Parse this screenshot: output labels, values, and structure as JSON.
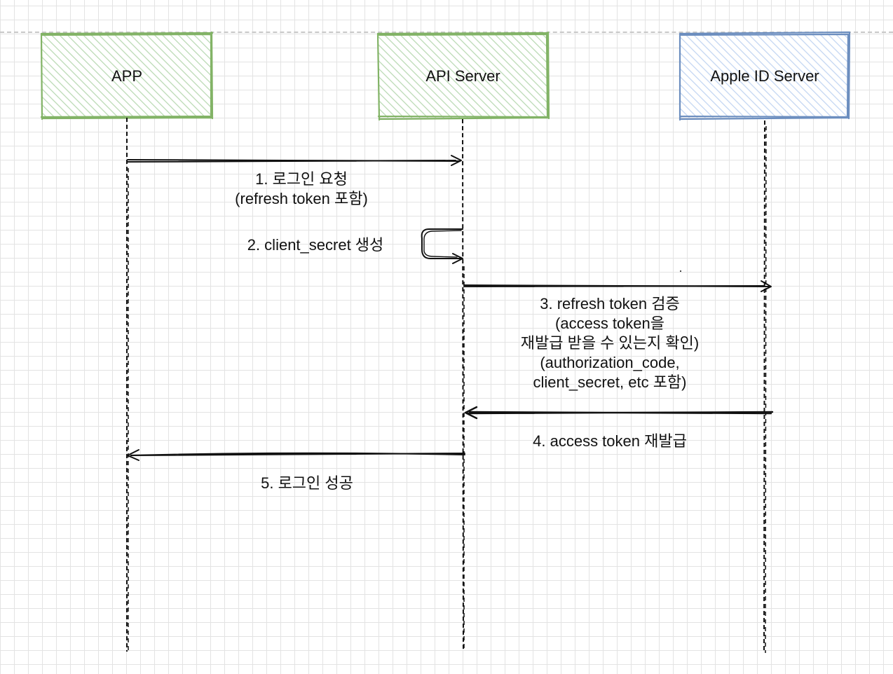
{
  "participants": {
    "app": {
      "label": "APP",
      "fill": "#d5e8d4",
      "stroke": "#82b366"
    },
    "api_server": {
      "label": "API Server",
      "fill": "#d5e8d4",
      "stroke": "#82b366"
    },
    "apple_id_server": {
      "label": "Apple ID Server",
      "fill": "#dae8fc",
      "stroke": "#6c8ebf"
    }
  },
  "messages": {
    "m1": {
      "line1": "1. 로그인 요청",
      "line2": "(refresh token 포함)"
    },
    "m2": {
      "line1": "2. client_secret 생성"
    },
    "m3": {
      "line1": "3. refresh token 검증",
      "line2": "(access token을",
      "line3": "재발급 받을 수 있는지 확인)",
      "line4": "(authorization_code,",
      "line5": "client_secret, etc 포함)"
    },
    "m4": {
      "line1": "4. access token 재발급"
    },
    "m5": {
      "line1": "5. 로그인 성공"
    }
  }
}
